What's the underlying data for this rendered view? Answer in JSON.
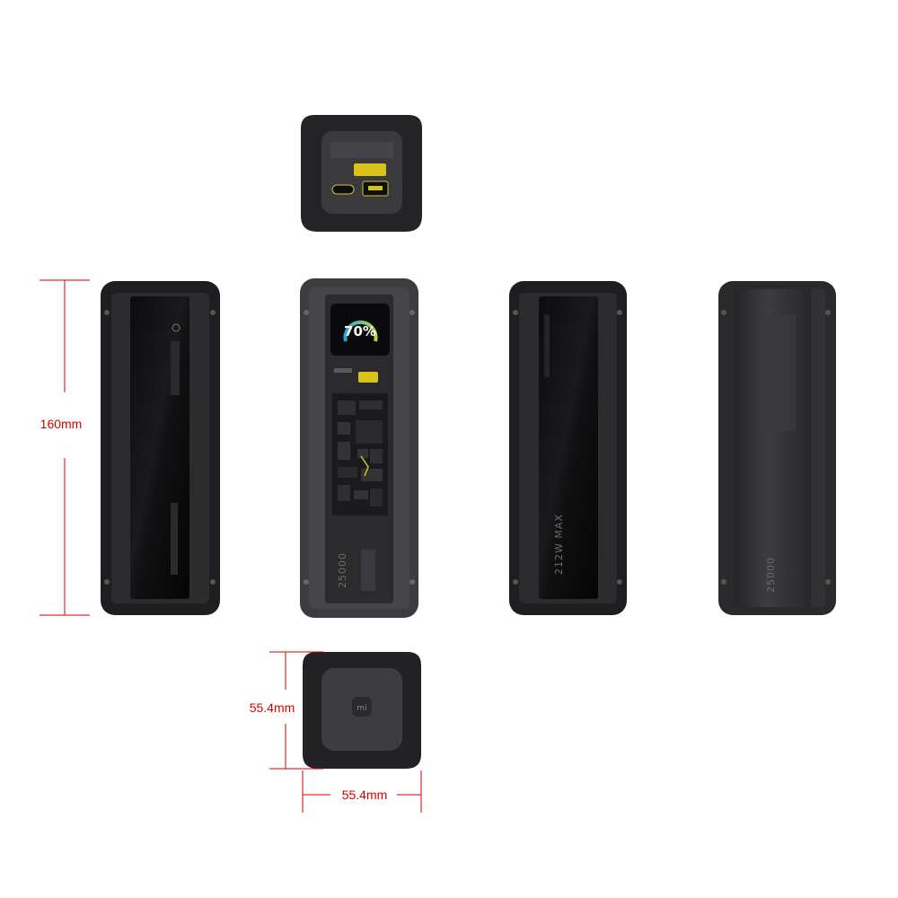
{
  "dimensions": {
    "height_label": "160mm",
    "depth_label": "55.4mm",
    "width_label": "55.4mm"
  },
  "front_view": {
    "battery_percent": "70%",
    "capacity_label": "25000"
  },
  "right_side_view": {
    "power_label": "212W MAX"
  },
  "back_view": {
    "capacity_label": "25000"
  },
  "bottom_view": {
    "logo_text": "mi"
  },
  "colors": {
    "body": "#2b2b2d",
    "frame": "#3a3a3c",
    "panel": "#121214",
    "dimension_line": "#d40000",
    "accent_yellow": "#d9c21a",
    "screen_ring": "#2aa7d9"
  }
}
